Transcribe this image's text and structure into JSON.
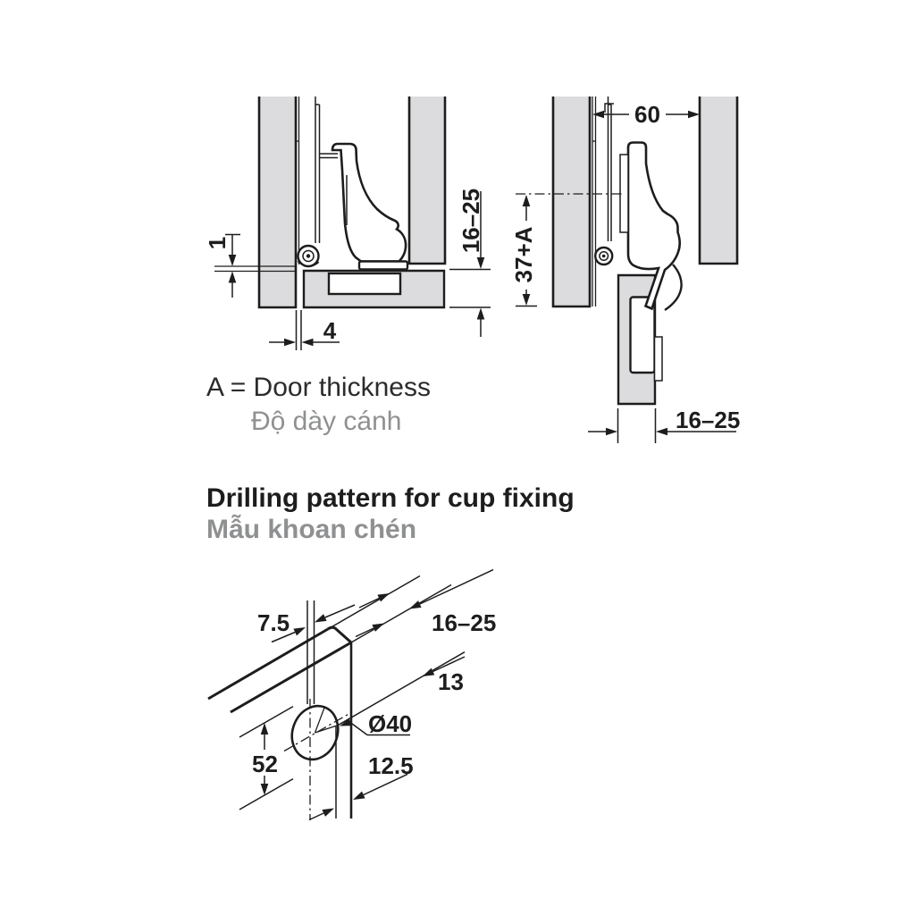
{
  "page": {
    "background": "#ffffff"
  },
  "colors": {
    "line": "#1d1d1d",
    "panel_fill": "#dcdcde",
    "muted_text": "#8f9091",
    "text": "#1d1d1d"
  },
  "closed_view": {
    "title": "hinge cross-section, door closed",
    "dims": {
      "gap": "1",
      "reveal": "4",
      "panel_thickness": "16–25"
    }
  },
  "open_view": {
    "title": "hinge cross-section, door open",
    "dims": {
      "drilling_distance": "60",
      "arm_height": "37+A",
      "door_thickness": "16–25"
    }
  },
  "door_note": {
    "en": "A = Door thickness",
    "vi": "Độ dày cánh"
  },
  "section_heading": {
    "en": "Drilling pattern for cup fixing",
    "vi": "Mẫu khoan chén"
  },
  "drilling_pattern": {
    "title": "cup drilling pattern, isometric",
    "dims": {
      "edge_offset": "7.5",
      "door_thickness": "16–25",
      "cup_edge_distance": "13",
      "cup_diameter": "Ø40",
      "screw_spacing": "52",
      "cup_center_distance": "12.5"
    }
  }
}
